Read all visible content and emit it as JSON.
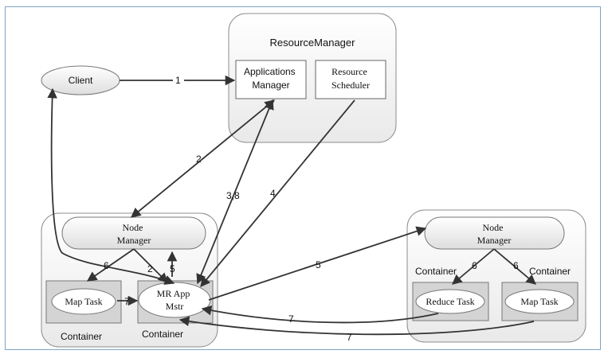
{
  "resource_manager": {
    "title": "ResourceManager",
    "applications_manager": [
      "Applications",
      "Manager"
    ],
    "resource_scheduler": [
      "Resource",
      "Scheduler"
    ]
  },
  "client": {
    "label": "Client"
  },
  "left_node": {
    "node_manager": [
      "Node",
      "Manager"
    ],
    "map_task": "Map Task",
    "mr_app": [
      "MR App",
      "Mstr"
    ],
    "container_left": "Container",
    "container_right": "Container"
  },
  "right_node": {
    "node_manager": [
      "Node",
      "Manager"
    ],
    "container_left": "Container",
    "container_right": "Container",
    "reduce_task": "Reduce Task",
    "map_task": "Map Task"
  },
  "arrow_labels": {
    "a1": "1",
    "a2": "2",
    "a2b": "2",
    "a38": "3,8",
    "a4": "4",
    "a5": "5",
    "a5b": "5",
    "a6": "6",
    "a6r1": "6",
    "a6r2": "6",
    "a7": "7",
    "a7b": "7",
    "a7c": "7"
  }
}
